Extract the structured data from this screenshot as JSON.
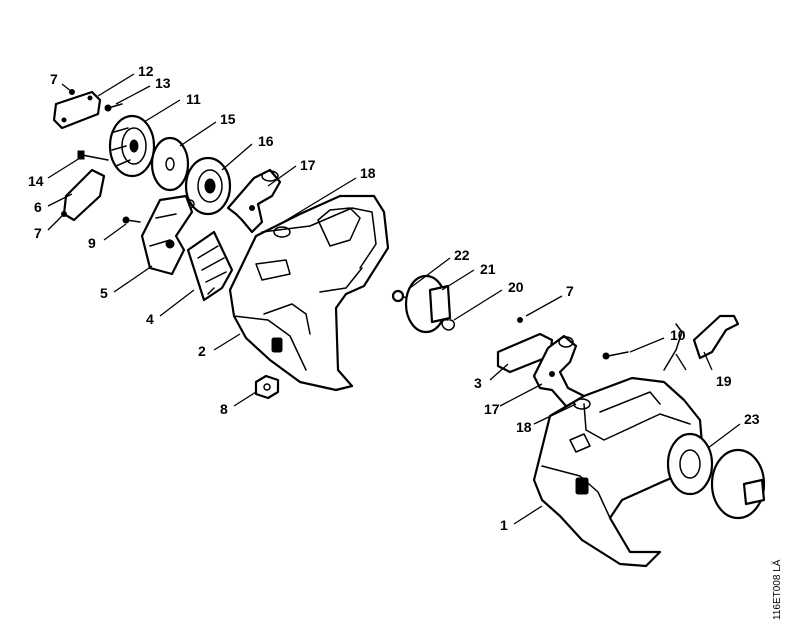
{
  "diagram": {
    "drawing_code": "116ET008 LÄ",
    "colors": {
      "ink": "#000000",
      "paper": "#ffffff"
    },
    "callouts": [
      {
        "id": "c7a",
        "label": "7"
      },
      {
        "id": "c12",
        "label": "12"
      },
      {
        "id": "c13",
        "label": "13"
      },
      {
        "id": "c11",
        "label": "11"
      },
      {
        "id": "c15",
        "label": "15"
      },
      {
        "id": "c16",
        "label": "16"
      },
      {
        "id": "c17a",
        "label": "17"
      },
      {
        "id": "c18a",
        "label": "18"
      },
      {
        "id": "c14",
        "label": "14"
      },
      {
        "id": "c6",
        "label": "6"
      },
      {
        "id": "c7b",
        "label": "7"
      },
      {
        "id": "c9",
        "label": "9"
      },
      {
        "id": "c5",
        "label": "5"
      },
      {
        "id": "c4",
        "label": "4"
      },
      {
        "id": "c2",
        "label": "2"
      },
      {
        "id": "c8",
        "label": "8"
      },
      {
        "id": "c22",
        "label": "22"
      },
      {
        "id": "c21",
        "label": "21"
      },
      {
        "id": "c20",
        "label": "20"
      },
      {
        "id": "c7c",
        "label": "7"
      },
      {
        "id": "c10",
        "label": "10"
      },
      {
        "id": "c19",
        "label": "19"
      },
      {
        "id": "c3",
        "label": "3"
      },
      {
        "id": "c17b",
        "label": "17"
      },
      {
        "id": "c18b",
        "label": "18"
      },
      {
        "id": "c23",
        "label": "23"
      },
      {
        "id": "c1",
        "label": "1"
      }
    ]
  }
}
